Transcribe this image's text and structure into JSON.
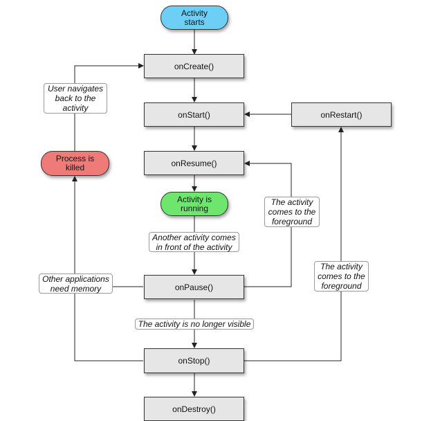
{
  "states": {
    "starts": "Activity\nstarts",
    "running": "Activity is\nrunning",
    "killed": "Process is\nkilled"
  },
  "callbacks": {
    "onCreate": "onCreate()",
    "onStart": "onStart()",
    "onRestart": "onRestart()",
    "onResume": "onResume()",
    "onPause": "onPause()",
    "onStop": "onStop()",
    "onDestroy": "onDestroy()"
  },
  "transitions": {
    "user_navigates_back": "User navigates\nback to the\nactivity",
    "comes_to_foreground_1": "The activity\ncomes to the\nforeground",
    "another_activity": "Another activity comes\nin front of the activity",
    "other_apps_memory": "Other applications\nneed memory",
    "comes_to_foreground_2": "The activity\ncomes to the\nforeground",
    "no_longer_visible": "The activity is no longer visible"
  },
  "colors": {
    "start_state": "#6dcff6",
    "running_state": "#6ee66e",
    "killed_state": "#ee7b78",
    "callback_box": "#e6e6e6",
    "line": "#222222"
  }
}
